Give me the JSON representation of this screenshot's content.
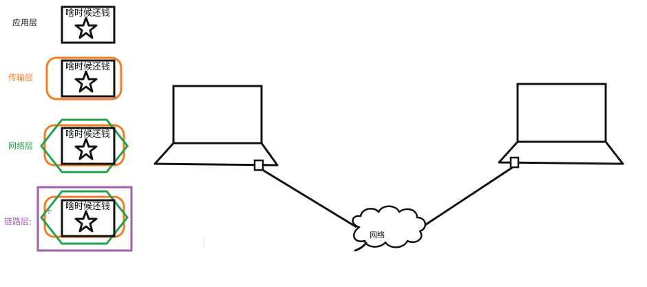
{
  "layers": [
    {
      "key": "application",
      "label": "应用层",
      "color": "#111111"
    },
    {
      "key": "transport",
      "label": "传输层",
      "color": "#f07c25"
    },
    {
      "key": "network",
      "label": "网络层",
      "color": "#22a04a"
    },
    {
      "key": "link",
      "label": "链路层;",
      "color": "#a35eb0"
    }
  ],
  "packet": {
    "text": "啥时候还钱",
    "symbol": "star-icon"
  },
  "network": {
    "label": "网络"
  },
  "colors": {
    "outline": "#111111",
    "transport": "#f07c25",
    "network": "#22a04a",
    "link": "#a35eb0"
  }
}
